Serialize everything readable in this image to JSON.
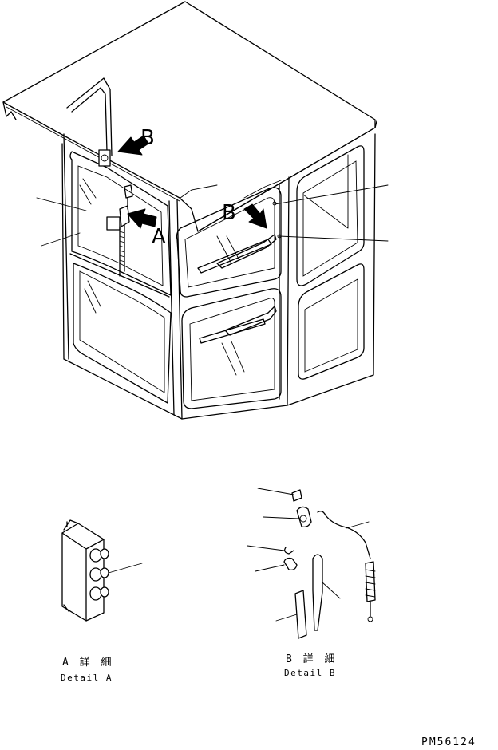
{
  "view_labels": {
    "arrow_a": "A",
    "arrow_b_upper": "B",
    "arrow_b_lower": "B"
  },
  "details": {
    "a": {
      "title_jp": "A 詳 細",
      "title_en": "Detail A"
    },
    "b": {
      "title_jp": "B 詳 細",
      "title_en": "Detail B"
    }
  },
  "drawing_code": "PM56124"
}
